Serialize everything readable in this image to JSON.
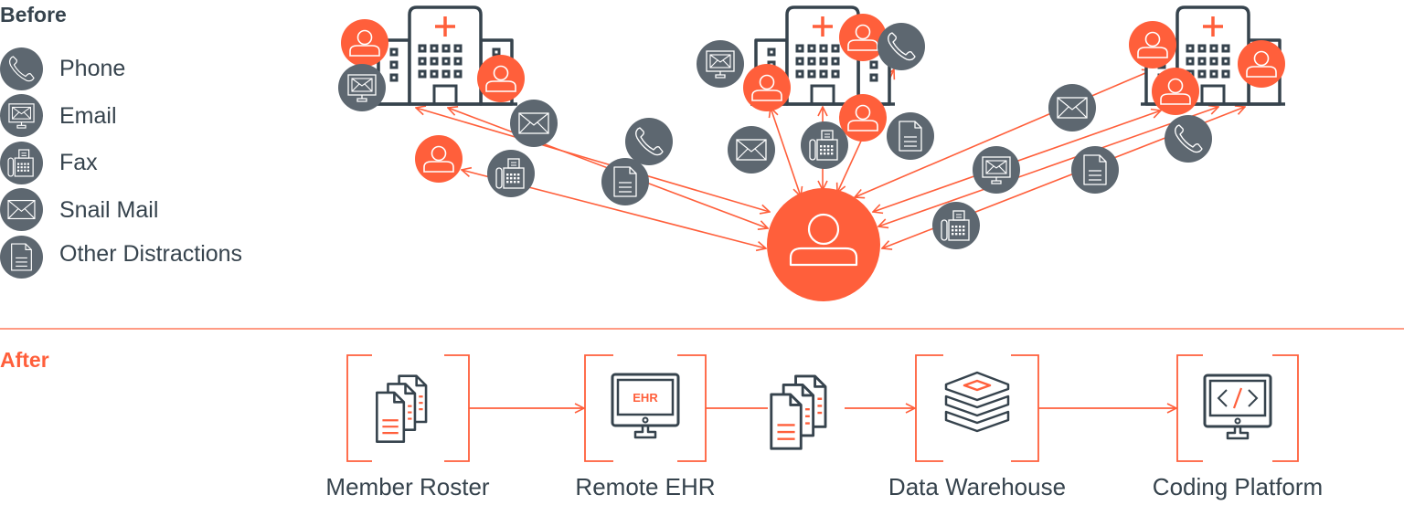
{
  "colors": {
    "accent": "#ff5f3b",
    "dark": "#36434d",
    "icon_bg": "#5d6770",
    "white": "#ffffff"
  },
  "before": {
    "title": "Before",
    "legend": [
      {
        "icon": "phone-icon",
        "label": "Phone"
      },
      {
        "icon": "email-icon",
        "label": "Email"
      },
      {
        "icon": "fax-icon",
        "label": "Fax"
      },
      {
        "icon": "snail-mail-icon",
        "label": "Snail Mail"
      },
      {
        "icon": "document-icon",
        "label": "Other Distractions"
      }
    ],
    "hospitals": [
      "hospital-left",
      "hospital-center",
      "hospital-right"
    ],
    "central_person": "coder"
  },
  "after": {
    "title": "After",
    "steps": [
      {
        "icon": "documents-stack-icon",
        "label": "Member Roster"
      },
      {
        "icon": "ehr-monitor-icon",
        "label": "Remote EHR",
        "screen_text": "EHR"
      },
      {
        "icon": "data-warehouse-icon",
        "label": "Data Warehouse"
      },
      {
        "icon": "code-monitor-icon",
        "label": "Coding Platform"
      }
    ],
    "intermediate": "documents-stack-icon"
  }
}
